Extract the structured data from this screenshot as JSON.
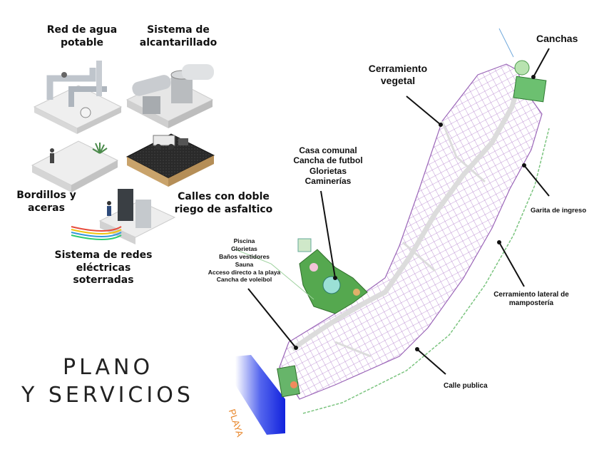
{
  "services": {
    "water": "Red de agua\npotable",
    "sewer": "Sistema de\nalcantarillado",
    "curbs": "Bordillos y\naceras",
    "streets": "Calles con doble\nriego de asfaltico",
    "electric": "Sistema de redes\neléctricas\nsoterradas"
  },
  "title": {
    "line1": "PLANO",
    "line2": "Y SERVICIOS"
  },
  "map": {
    "canchas": "Canchas",
    "cerramiento_vegetal": "Cerramiento\nvegetal",
    "casa_comunal": "Casa comunal\nCancha de futbol\nGlorietas\nCaminerías",
    "garita": "Garita de ingreso",
    "amenities": "Piscina\nGlorietas\nBaños vestidores\nSauna\nAcceso directo a la playa\nCancha de voleibol",
    "cerramiento_lateral": "Cerramiento lateral de\nmampostería",
    "calle_publica": "Calle publica",
    "playa": "PLAYA"
  },
  "colors": {
    "lot_lines": "#b07acb",
    "road": "#d9d9d9",
    "green": "#4caf50",
    "sea_blue": "#2233dd",
    "playa_text": "#e8862a"
  }
}
